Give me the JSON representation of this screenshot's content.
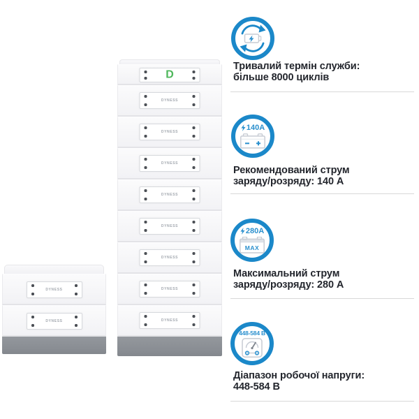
{
  "product": {
    "brand_letter": "D",
    "module_label": "DYNESS",
    "left_tower_modules": 2,
    "right_tower_modules": 9
  },
  "features": [
    {
      "icon": "battery-recycle-icon",
      "lines": [
        "Тривалий термін служби:",
        "більше 8000 циклів"
      ]
    },
    {
      "icon": "battery-recommended-current-icon",
      "badge": "140A",
      "lines": [
        "Рекомендований струм",
        "заряду/розряду: 140 А"
      ]
    },
    {
      "icon": "battery-max-current-icon",
      "badge": "280A",
      "battery_text": "MAX",
      "lines": [
        "Максимальний струм",
        "заряду/розряду: 280 А"
      ]
    },
    {
      "icon": "voltage-range-icon",
      "badge": "448-584 В",
      "lines": [
        "Діапазон робочої напруги:",
        "448-584 В"
      ]
    }
  ],
  "colors": {
    "accent_blue": "#1b88c9",
    "icon_detail_blue": "#2b90ce",
    "brand_green": "#4fb75c",
    "text_dark": "#23262d",
    "divider_grey": "#d8d8d8",
    "tower_base_grey": "#8b8f94"
  }
}
